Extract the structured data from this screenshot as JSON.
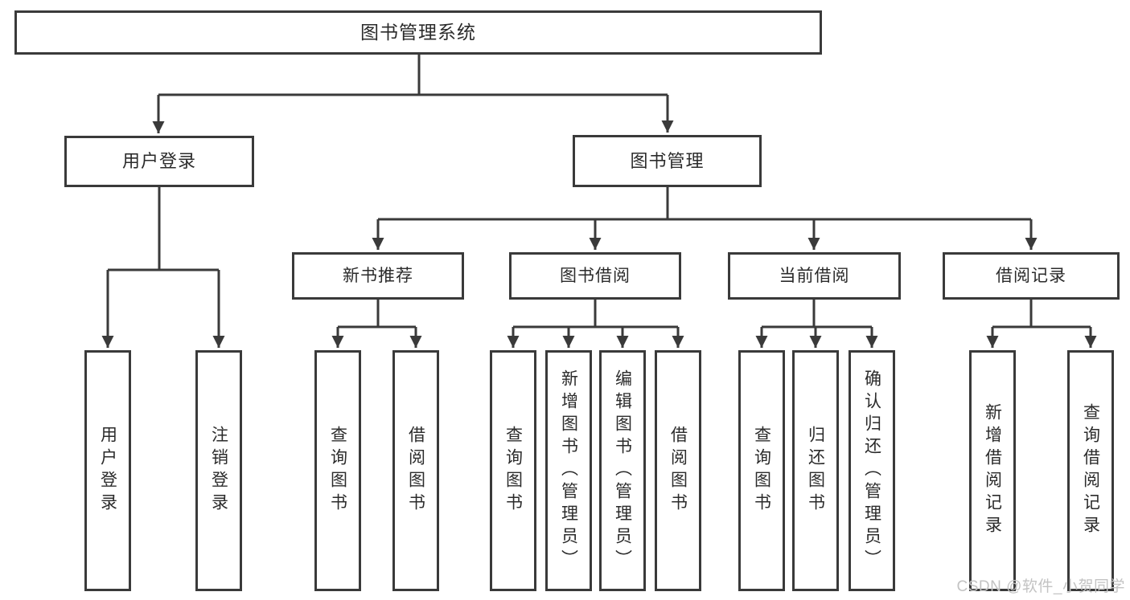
{
  "diagram": {
    "root": "图书管理系统",
    "level2": {
      "user_login": "用户登录",
      "book_mgmt": "图书管理"
    },
    "level3": {
      "new_books": "新书推荐",
      "book_borrow": "图书借阅",
      "current_borrow": "当前借阅",
      "borrow_records": "借阅记录"
    },
    "leaves": {
      "user_login": "用户登录",
      "logout": "注销登录",
      "nb_query": "查询图书",
      "nb_borrow": "借阅图书",
      "bb_query": "查询图书",
      "bb_add": "新增图书（管理员）",
      "bb_edit": "编辑图书（管理员）",
      "bb_borrow": "借阅图书",
      "cb_query": "查询图书",
      "cb_return": "归还图书",
      "cb_confirm": "确认归还（管理员）",
      "br_add": "新增借阅记录",
      "br_query": "查询借阅记录"
    }
  },
  "watermark": "CSDN @软件_小贺同学",
  "colors": {
    "line": "#3a3a3a",
    "box_border": "#3a3a3a",
    "text": "#2b2b2b",
    "watermark": "#c3c3c3",
    "background": "#ffffff"
  }
}
